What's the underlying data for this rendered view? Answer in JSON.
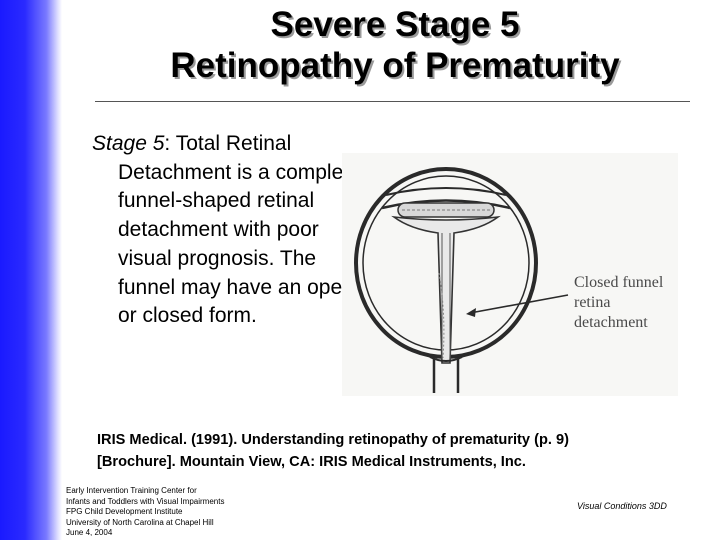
{
  "slide": {
    "title_lines": [
      "Severe Stage 5",
      "Retinopathy of Prematurity"
    ],
    "body": {
      "stage_label": "Stage 5",
      "description": ": Total Retinal Detachment is a complete, funnel-shaped retinal detachment with poor visual prognosis. The funnel may have an open or closed form."
    },
    "figure": {
      "label_lines": [
        "Closed funnel",
        "retina",
        "detachment"
      ]
    },
    "citation_lines": [
      "IRIS Medical. (1991). Understanding retinopathy of prematurity (p. 9)",
      "[Brochure]. Mountain View, CA: IRIS Medical Instruments, Inc."
    ],
    "footer": {
      "left_lines": [
        "Early Intervention Training Center for",
        "Infants and Toddlers with Visual Impairments",
        "FPG Child Development Institute",
        "University of North Carolina at Chapel Hill",
        "June 4, 2004"
      ],
      "right": "Visual Conditions  3DD"
    },
    "colors": {
      "sidebar": "#1a1aff",
      "title_shadow": "#9a9a9a"
    }
  }
}
